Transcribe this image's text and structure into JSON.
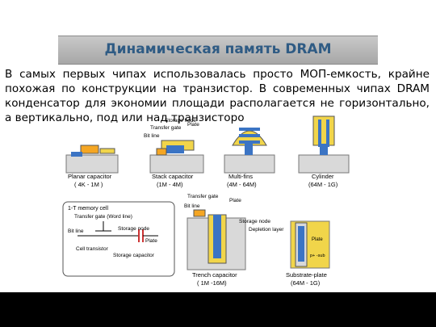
{
  "slide": {
    "title": "Динамическая память DRAM",
    "body": "В самых первых чипах использовалась просто МОП-емкость, крайне похожая по конструкции на транзистор. В современных чипах DRAM конденсатор для экономии площади располагается не горизонтально, а вертикально, под или над транзисторо"
  },
  "figure": {
    "labels": {
      "storage_node": "Storage node",
      "transfer_gate": "Transfer gate",
      "plate": "Plate",
      "bit_line": "Bit line",
      "depletion_layer": "Depletion layer",
      "p_plus_sub": "p+ -sub"
    },
    "captions": {
      "planar": "Planar capacitor",
      "planar_range": "( 4K - 1M )",
      "stack": "Stack capacitor",
      "stack_range": "(1M - 4M)",
      "multifins": "Multi-fins",
      "multifins_range": "(4M - 64M)",
      "cylinder": "Cylinder",
      "cylinder_range": "(64M - 1G)",
      "trench": "Trench capacitor",
      "trench_range": "( 1M -16M)",
      "substrate": "Substrate-plate",
      "substrate_range": "(64M - 1G)"
    },
    "memory_cell": {
      "title": "1-T memory cell",
      "word_line": "Transfer gate (Word line)",
      "storage_node": "Storage node",
      "bit_line": "Bit line",
      "plate": "Plate",
      "cell_transistor": "Cell transistor",
      "storage_capacitor": "Storage capacitor"
    }
  },
  "colors": {
    "title": "#2f5b84",
    "gate": "#f5a623",
    "node": "#3b74c4",
    "plate_yellow": "#f1d54a",
    "substrate": "#d9d9d9"
  }
}
